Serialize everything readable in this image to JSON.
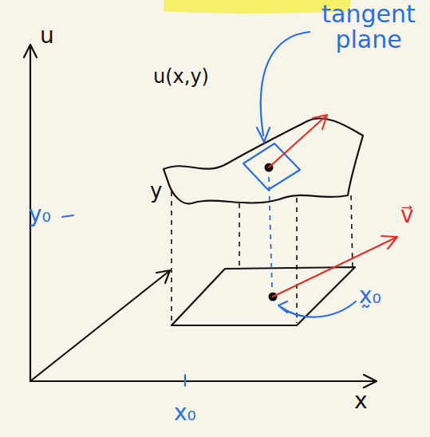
{
  "diagram": {
    "labels": [
      "tangent plane",
      "u(x,y)",
      "u",
      "y",
      "y₀",
      "x",
      "x₀",
      "v⃗",
      "x̰₀"
    ]
  }
}
